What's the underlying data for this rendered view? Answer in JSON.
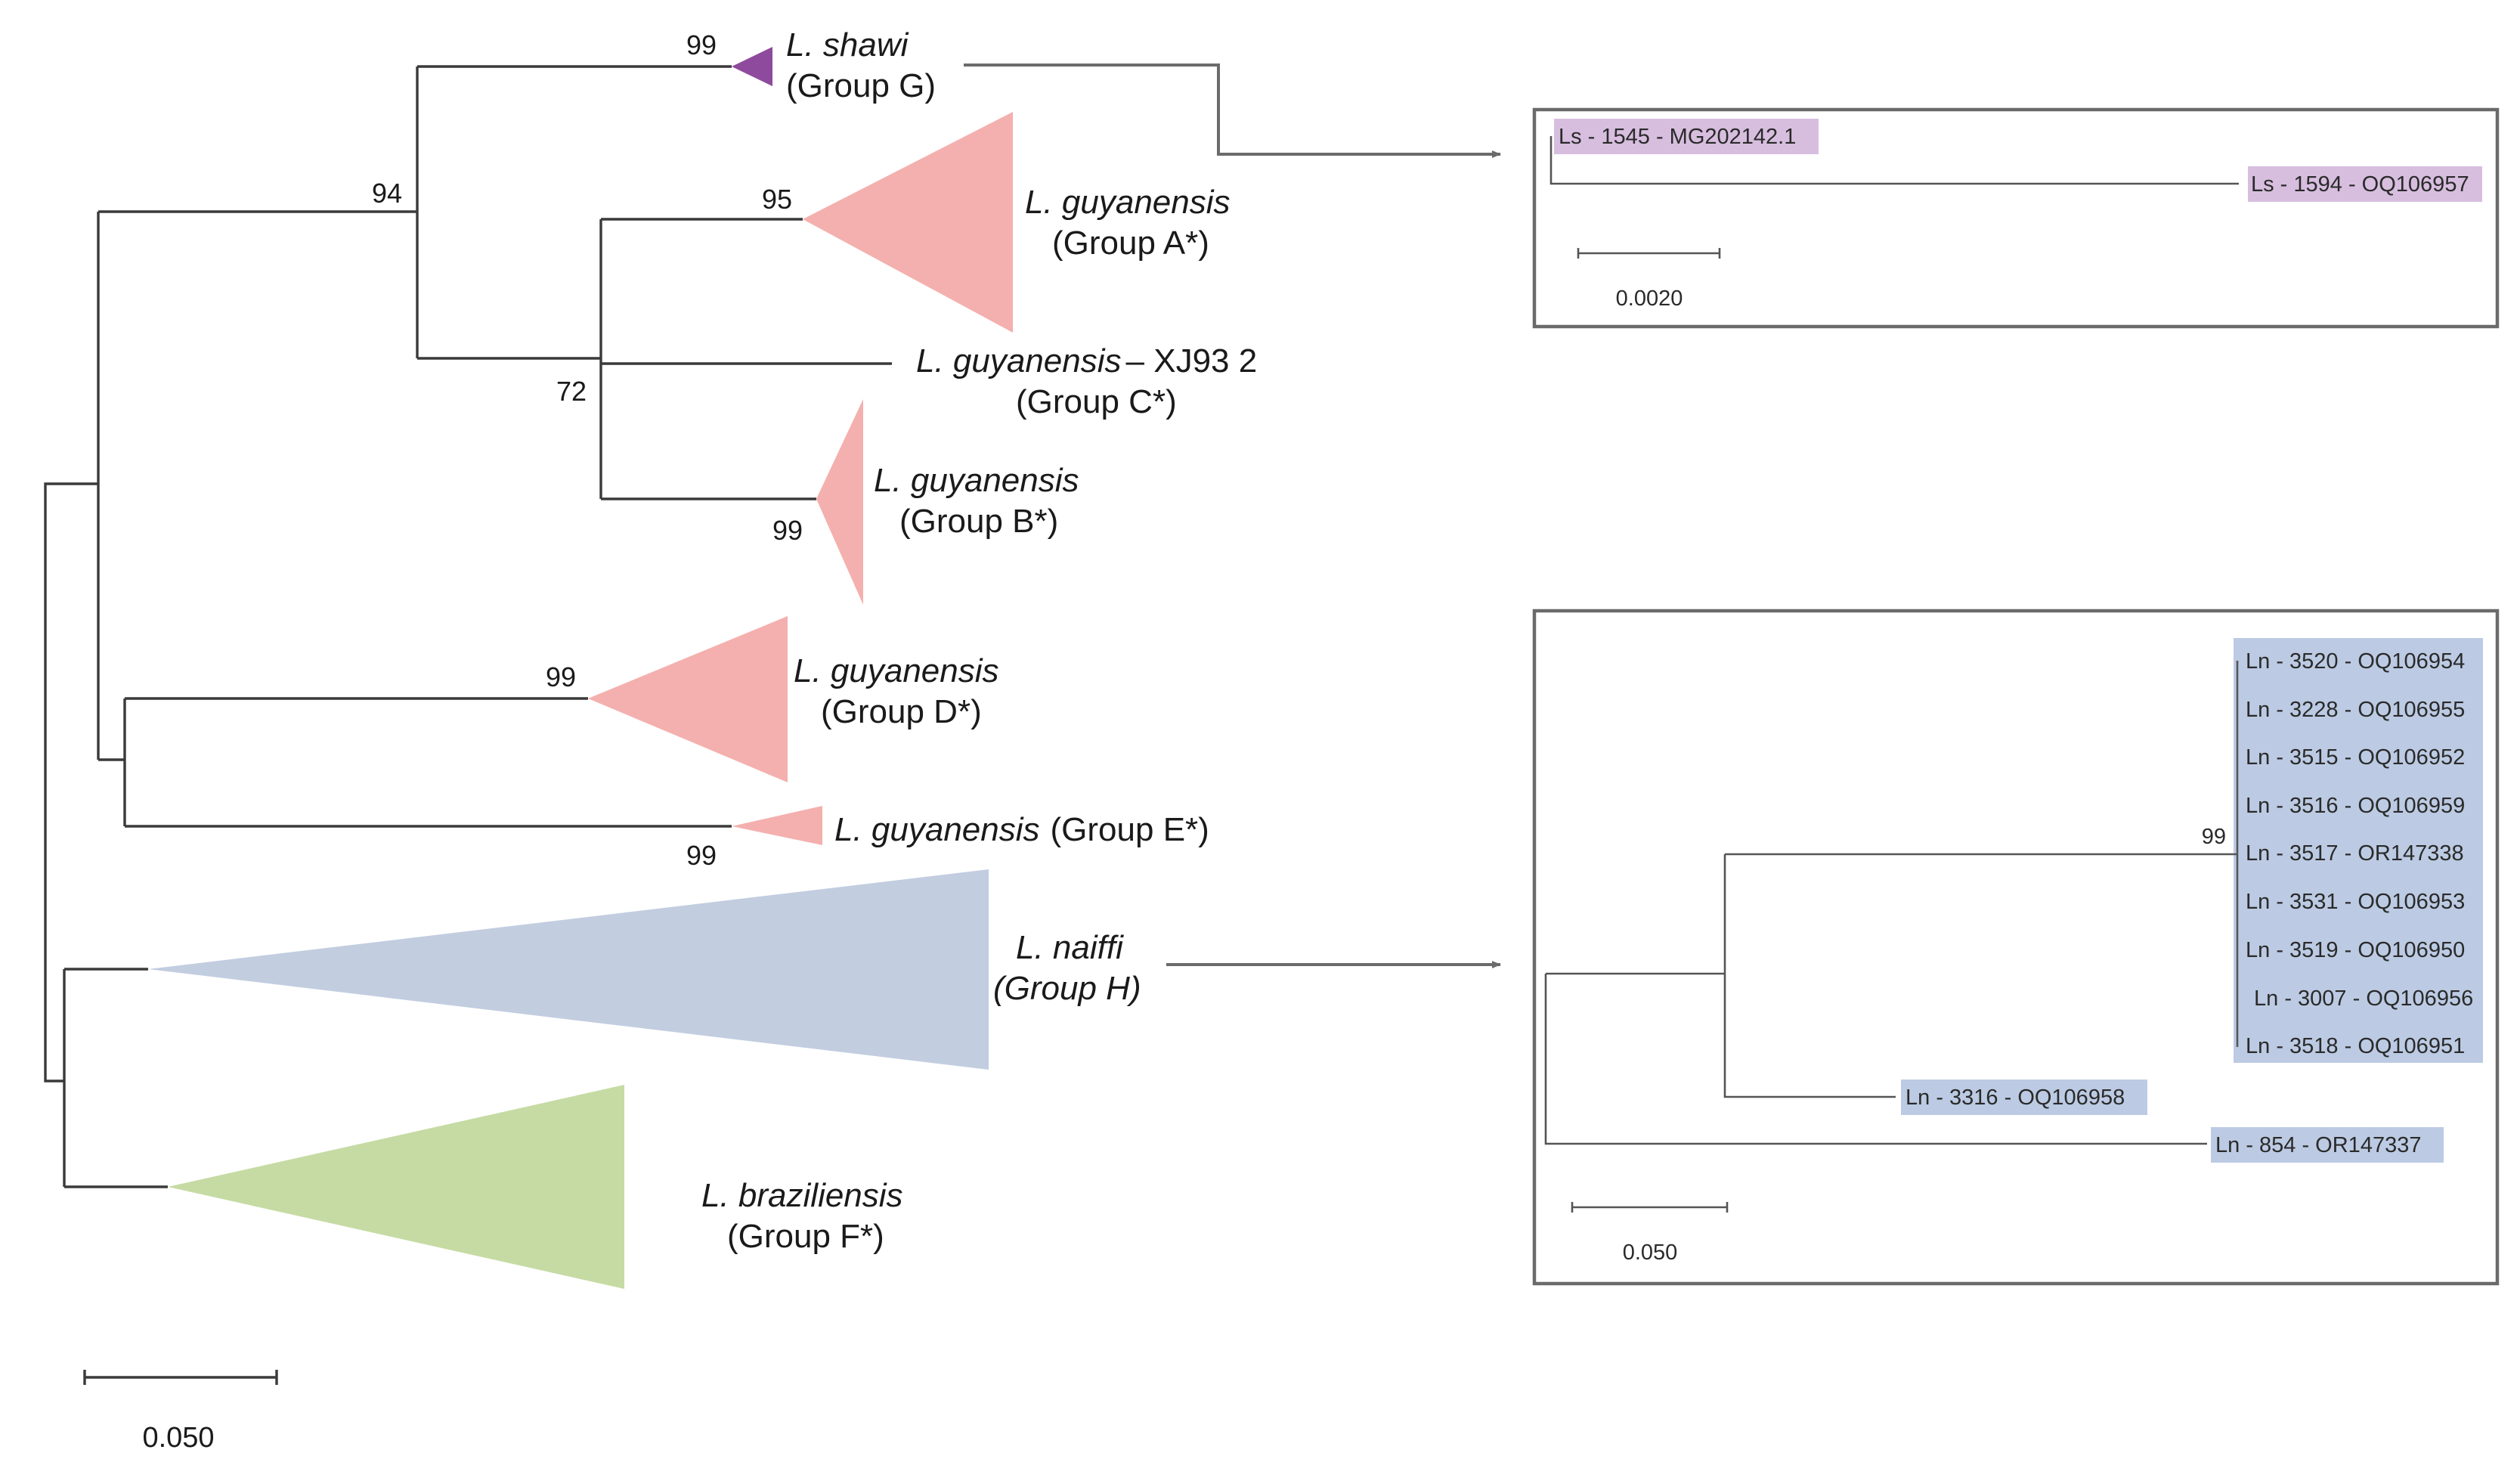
{
  "colors": {
    "group_g_shawi": "#8e4a9c",
    "guyanensis_clades": "#f4b0ae",
    "naiffi_clade": "#c2cde0",
    "braziliensis_clade": "#c6dba4",
    "shawi_tip_highlight": "#d7bedf",
    "naiffi_tip_highlight": "#bccbe3",
    "branch_line": "#3a3a3a"
  },
  "main_tree": {
    "clades": {
      "g": {
        "species": "L. shawi",
        "group": "(Group G)",
        "bootstrap": "99"
      },
      "a": {
        "species": "L. guyanensis",
        "group": "(Group A*)",
        "bootstrap": "95"
      },
      "c": {
        "species": "L. guyanensis",
        "suffix": "– XJ93 2",
        "group": "(Group C*)"
      },
      "b": {
        "species": "L. guyanensis",
        "group": "(Group B*)",
        "bootstrap": "99"
      },
      "d": {
        "species": "L. guyanensis",
        "group": "(Group D*)",
        "bootstrap": "99"
      },
      "e": {
        "species": "L. guyanensis",
        "group": "(Group E*)",
        "bootstrap": "99"
      },
      "h": {
        "species": "L. naiffi",
        "group": "(Group H)"
      },
      "f": {
        "species": "L. braziliensis",
        "group": "(Group F*)"
      }
    },
    "node_support": {
      "abc_g": "94",
      "abc": "72"
    },
    "scale_bar": "0.050"
  },
  "inset_shawi": {
    "tips": [
      "Ls - 1545 - MG202142.1",
      "Ls - 1594 - OQ106957"
    ],
    "scale_bar": "0.0020"
  },
  "inset_naiffi": {
    "clade_tips": [
      "Ln - 3520 - OQ106954",
      "Ln - 3228 - OQ106955",
      "Ln - 3515 - OQ106952",
      "Ln - 3516 - OQ106959",
      "Ln - 3517 - OR147338",
      "Ln - 3531 - OQ106953",
      "Ln - 3519 - OQ106950",
      "Ln - 3007 - OQ106956",
      "Ln - 3518 - OQ106951"
    ],
    "clade_bootstrap": "99",
    "tip_3316": "Ln - 3316 - OQ106958",
    "tip_854": "Ln - 854 - OR147337",
    "scale_bar": "0.050"
  }
}
